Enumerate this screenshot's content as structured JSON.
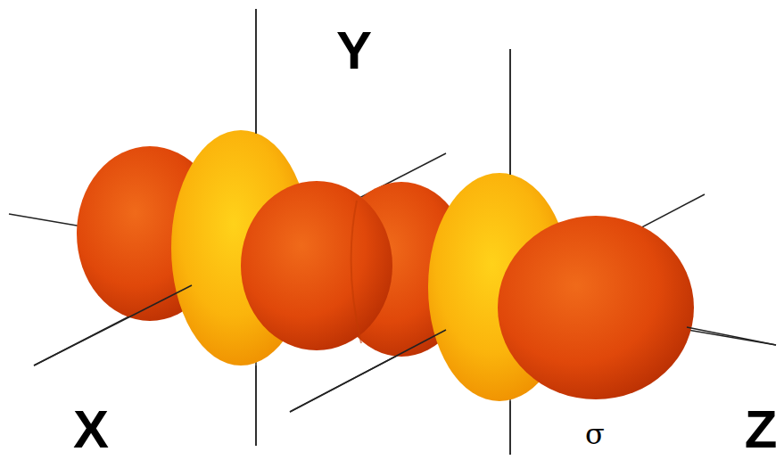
{
  "diagram": {
    "labels": [
      "Y",
      "X",
      "Z",
      "σ"
    ]
  }
}
